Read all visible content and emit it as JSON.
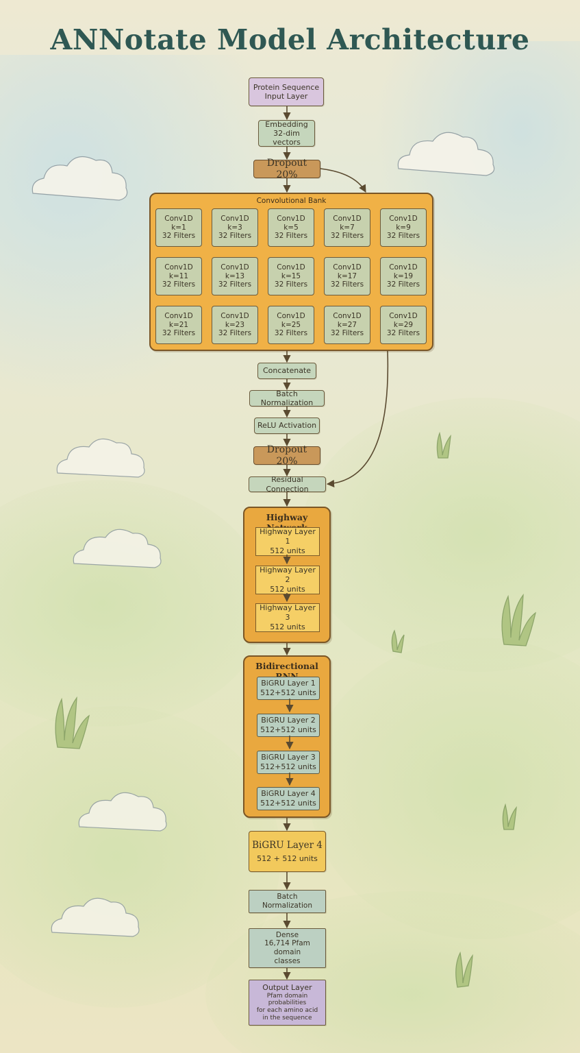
{
  "title": "ANNotate Model Architecture",
  "nodes": {
    "input": {
      "line1": "Protein Sequence",
      "line2": "Input Layer"
    },
    "embedding": {
      "line1": "Embedding",
      "line2": "32-dim vectors"
    },
    "dropout1": {
      "label": "Dropout 20%"
    },
    "concatenate": {
      "label": "Concatenate"
    },
    "batchnorm1": {
      "label": "Batch Normalization"
    },
    "relu": {
      "label": "ReLU Activation"
    },
    "dropout2": {
      "label": "Dropout 20%"
    },
    "residual": {
      "label": "Residual Connection"
    },
    "bigru_standalone": {
      "line1": "BiGRU Layer 4",
      "line2": "512 + 512 units"
    },
    "batchnorm2": {
      "label": "Batch Normalization"
    },
    "dense": {
      "line1": "Dense",
      "line2": "16,714 Pfam domain",
      "line3": "classes"
    },
    "output": {
      "line1": "Output Layer",
      "line2": "Pfam domain probabilities",
      "line3": "for each amino acid",
      "line4": "in the sequence"
    }
  },
  "conv_bank": {
    "title": "Convolutional Bank",
    "filters_label": "32 Filters",
    "layer_label": "Conv1D",
    "kernels": [
      "k=1",
      "k=3",
      "k=5",
      "k=7",
      "k=9",
      "k=11",
      "k=13",
      "k=15",
      "k=17",
      "k=19",
      "k=21",
      "k=23",
      "k=25",
      "k=27",
      "k=29"
    ]
  },
  "highway": {
    "title": "Highway Network",
    "layers": [
      {
        "name": "Highway Layer 1",
        "units": "512 units"
      },
      {
        "name": "Highway Layer 2",
        "units": "512 units"
      },
      {
        "name": "Highway Layer 3",
        "units": "512 units"
      }
    ]
  },
  "birnn": {
    "title": "Bidirectional RNN",
    "layers": [
      {
        "name": "BiGRU Layer 1",
        "units": "512+512 units"
      },
      {
        "name": "BiGRU Layer 2",
        "units": "512+512 units"
      },
      {
        "name": "BiGRU Layer 3",
        "units": "512+512 units"
      },
      {
        "name": "BiGRU Layer 4",
        "units": "512+512 units"
      }
    ]
  }
}
